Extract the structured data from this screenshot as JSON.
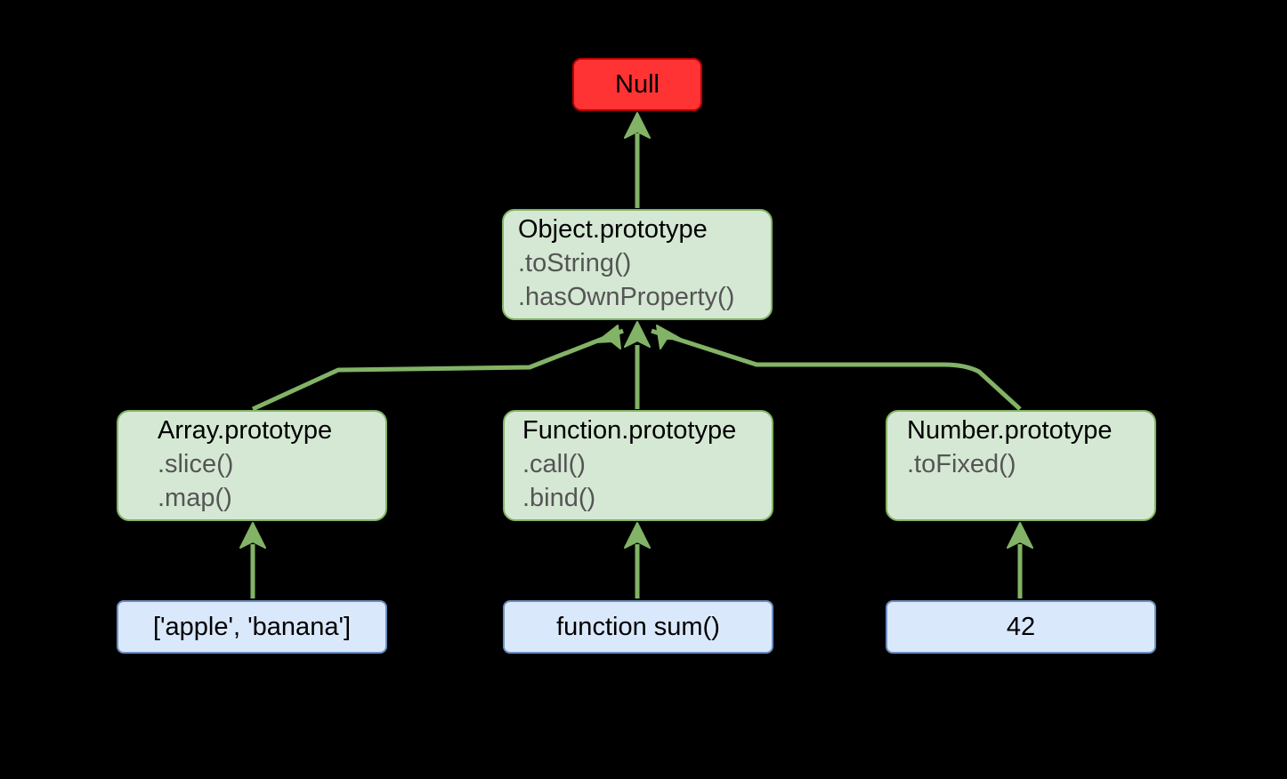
{
  "colors": {
    "background": "#000000",
    "null_fill": "#ff3333",
    "proto_fill": "#d5e8d4",
    "proto_border": "#82b366",
    "instance_fill": "#dae8fc",
    "instance_border": "#6c8ebf",
    "edge": "#82b366",
    "method_text": "#555555"
  },
  "nodes": {
    "null": {
      "label": "Null"
    },
    "object": {
      "title": "Object.prototype",
      "methods": [
        ".toString()",
        ".hasOwnProperty()"
      ]
    },
    "array": {
      "title": "Array.prototype",
      "methods": [
        ".slice()",
        ".map()"
      ]
    },
    "function": {
      "title": "Function.prototype",
      "methods": [
        ".call()",
        ".bind()"
      ]
    },
    "number": {
      "title": "Number.prototype",
      "methods": [
        ".toFixed()"
      ]
    },
    "array_instance": {
      "label": "['apple', 'banana']"
    },
    "function_instance": {
      "label": "function sum()"
    },
    "number_instance": {
      "label": "42"
    }
  }
}
